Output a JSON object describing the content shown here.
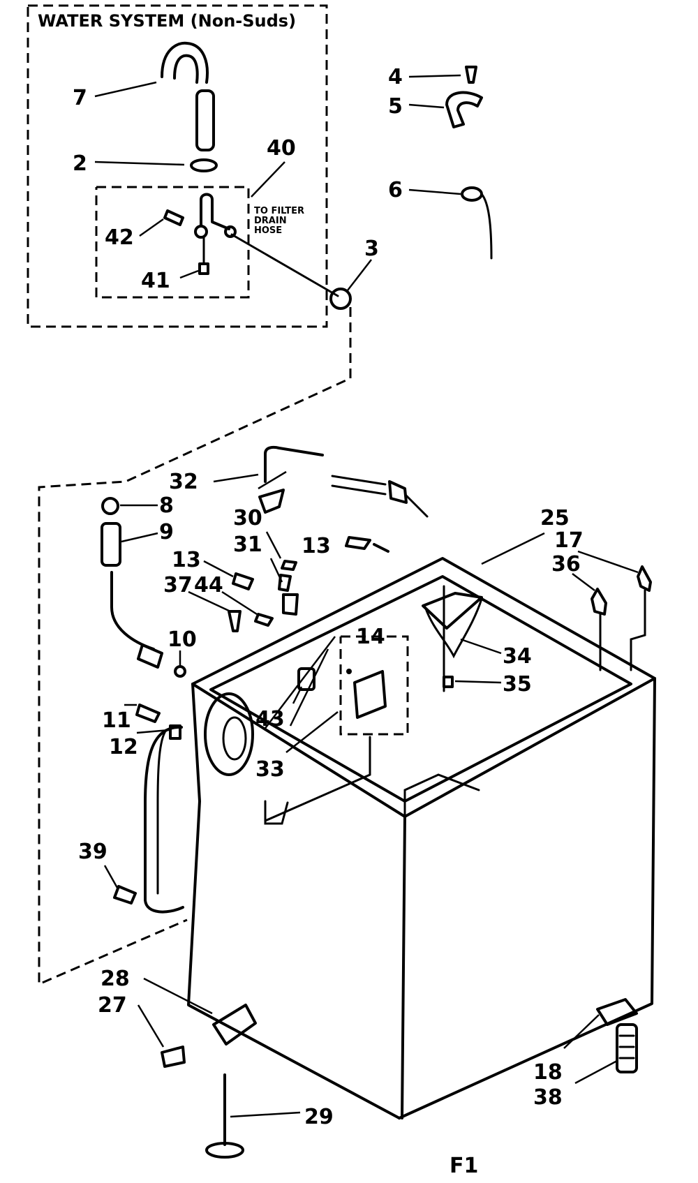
{
  "inset": {
    "title": "WATER SYSTEM (Non-Suds)",
    "note_lines": [
      "TO FILTER",
      "DRAIN",
      "HOSE"
    ]
  },
  "figure_label": "F1",
  "callouts": [
    {
      "id": "7",
      "label": "7"
    },
    {
      "id": "2",
      "label": "2"
    },
    {
      "id": "40",
      "label": "40"
    },
    {
      "id": "42",
      "label": "42"
    },
    {
      "id": "41",
      "label": "41"
    },
    {
      "id": "3",
      "label": "3"
    },
    {
      "id": "4",
      "label": "4"
    },
    {
      "id": "5",
      "label": "5"
    },
    {
      "id": "6",
      "label": "6"
    },
    {
      "id": "32",
      "label": "32"
    },
    {
      "id": "8",
      "label": "8"
    },
    {
      "id": "9",
      "label": "9"
    },
    {
      "id": "30",
      "label": "30"
    },
    {
      "id": "31",
      "label": "31"
    },
    {
      "id": "13a",
      "label": "13"
    },
    {
      "id": "13b",
      "label": "13"
    },
    {
      "id": "25",
      "label": "25"
    },
    {
      "id": "17",
      "label": "17"
    },
    {
      "id": "36",
      "label": "36"
    },
    {
      "id": "37",
      "label": "37"
    },
    {
      "id": "44",
      "label": "44"
    },
    {
      "id": "10",
      "label": "10"
    },
    {
      "id": "14",
      "label": "14"
    },
    {
      "id": "34",
      "label": "34"
    },
    {
      "id": "35",
      "label": "35"
    },
    {
      "id": "11",
      "label": "11"
    },
    {
      "id": "12",
      "label": "12"
    },
    {
      "id": "43",
      "label": "43"
    },
    {
      "id": "33",
      "label": "33"
    },
    {
      "id": "39",
      "label": "39"
    },
    {
      "id": "28",
      "label": "28"
    },
    {
      "id": "27",
      "label": "27"
    },
    {
      "id": "18",
      "label": "18"
    },
    {
      "id": "38",
      "label": "38"
    },
    {
      "id": "29",
      "label": "29"
    }
  ]
}
